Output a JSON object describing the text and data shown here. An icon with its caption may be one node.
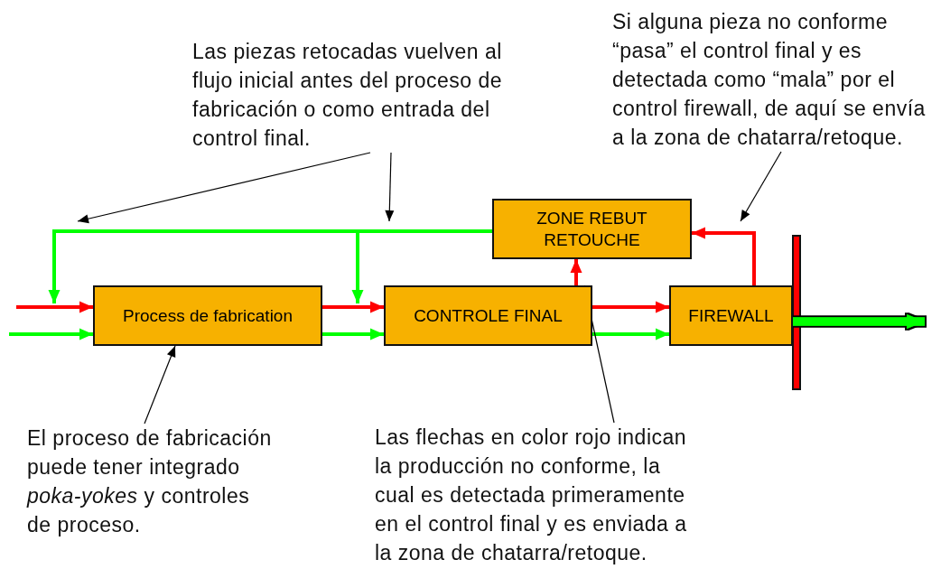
{
  "diagram": {
    "nodes": [
      {
        "text": [
          "Process de fabrication"
        ]
      },
      {
        "text": [
          "CONTROLE FINAL"
        ]
      },
      {
        "text": [
          "ZONE REBUT RETOUCHE"
        ]
      },
      {
        "text": [
          "FIREWALL"
        ]
      },
      {
        "text": [],
        "shape": "bar"
      },
      {
        "text": [
          "Las piezas retocadas vuelven al flujo inicial antes del proceso de fabricación o como entrada del control final."
        ]
      },
      {
        "text": [
          "Si alguna pieza no conforme “pasa” el control final y es detectada como “mala” por el control firewall, de aquí se envía a la zona de chatarra/retoque."
        ]
      },
      {
        "text": [
          "El proceso de fabricación puede tener integrado *poka-yokes* y controles de proceso."
        ]
      },
      {
        "text": [
          "Las flechas en color rojo indican la producción no conforme, la cual es detectada primeramente en el control final y es enviada a la zona de chatarra/retoque."
        ]
      }
    ],
    "edges": [
      {
        "from": null,
        "to": 0,
        "arrow": "to",
        "color": "#ff0000"
      },
      {
        "from": null,
        "to": 0,
        "arrow": "to",
        "color": "#00ff00"
      },
      {
        "from": 0,
        "to": 1,
        "arrow": "to",
        "color": "#ff0000"
      },
      {
        "from": 0,
        "to": 1,
        "arrow": "to",
        "color": "#00ff00"
      },
      {
        "from": 1,
        "to": 3,
        "arrow": "to",
        "color": "#ff0000"
      },
      {
        "from": 1,
        "to": 3,
        "arrow": "to",
        "color": "#00ff00"
      },
      {
        "from": 1,
        "to": 2,
        "arrow": "to",
        "color": "#ff0000"
      },
      {
        "from": 3,
        "to": 2,
        "arrow": "to",
        "color": "#ff0000"
      },
      {
        "from": 2,
        "to": 0,
        "arrow": "to",
        "color": "#00ff00"
      },
      {
        "from": 2,
        "to": 1,
        "arrow": "to",
        "color": "#00ff00"
      },
      {
        "from": 3,
        "to": null,
        "arrow": "to",
        "color": "#00ff00",
        "style": "thick"
      },
      {
        "from": 5,
        "to": null,
        "arrow": "to",
        "color": "#000000"
      },
      {
        "from": 5,
        "to": null,
        "arrow": "to",
        "color": "#000000"
      },
      {
        "from": 6,
        "to": null,
        "arrow": "to",
        "color": "#000000"
      },
      {
        "from": 7,
        "to": 0,
        "arrow": "to",
        "color": "#000000"
      },
      {
        "from": 8,
        "to": 1,
        "arrow": "to",
        "color": "#000000"
      }
    ]
  }
}
